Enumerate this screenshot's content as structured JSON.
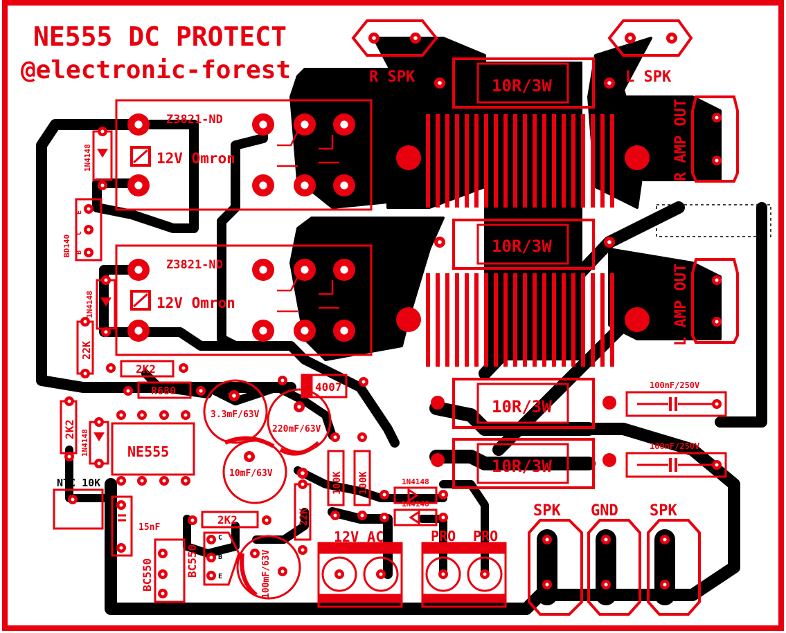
{
  "colors": {
    "copper": "#e8000e",
    "trace": "#000000",
    "background": "#ffffff"
  },
  "header": {
    "title": "NE555 DC PROTECT",
    "credit": "@electronic-forest"
  },
  "relays": [
    {
      "part": "Z3821-ND",
      "type": "12V Omron"
    },
    {
      "part": "Z3821-ND",
      "type": "12V Omron"
    }
  ],
  "resistors": {
    "power": [
      "10R/3W",
      "10R/3W",
      "10R/3W",
      "10R/3W"
    ],
    "r2k2_top": "2K2",
    "r680": "R680",
    "r22k_left": "22K",
    "r2k2_left": "2K2",
    "r100k_a": "100K",
    "r100k_b": "100K",
    "r2k2_bottom": "2K2",
    "r22k_bottom": "22K",
    "ntc": "NTC 10K"
  },
  "capacitors": {
    "c1": "3.3mF/63V",
    "c2": "220mF/63V",
    "c3": "10mF/63V",
    "c4": "100mF/63V",
    "c5": "15nF",
    "film1": "100nF/250V",
    "film2": "100nF/250V"
  },
  "semis": {
    "ic": "NE555",
    "q1": "BC550",
    "q2": "BC550",
    "q3": "BD140",
    "d_top": "1N4148",
    "d_mid": "1N4148",
    "d_left": "1N4148",
    "d_pro1": "1N4148",
    "d_pro2": "1N4148",
    "rect": "4007",
    "pins_q3": [
      "E",
      "C",
      "B"
    ],
    "pins_q": [
      "C",
      "B",
      "E"
    ]
  },
  "connectors": {
    "r_spk": "R SPK",
    "l_spk": "L SPK",
    "r_amp": "R AMP OUT",
    "l_amp": "L AMP OUT",
    "ac": "12V AC",
    "pro1": "PRO",
    "pro2": "PRO",
    "spk1": "SPK",
    "gnd": "GND",
    "spk2": "SPK"
  }
}
